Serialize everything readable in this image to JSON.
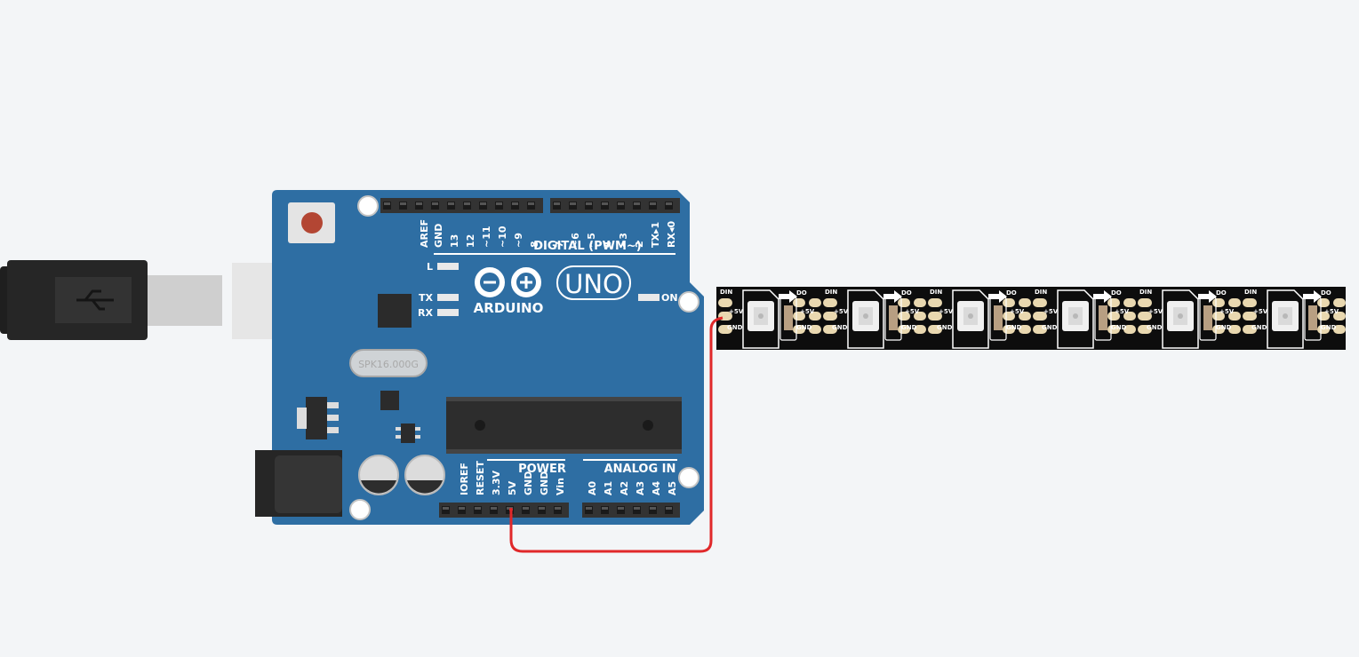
{
  "board": {
    "brand": "ARDUINO",
    "model": "UNO",
    "crystal": "SPK16.000G",
    "on_label": "ON",
    "l_label": "L",
    "tx_label": "TX",
    "rx_label": "RX",
    "digital_header": "DIGITAL (PWM~)",
    "power_header": "POWER",
    "analog_header": "ANALOG IN",
    "digital_pins": [
      "AREF",
      "GND",
      "13",
      "12",
      "~11",
      "~10",
      "~9",
      "8",
      "7",
      "~6",
      "~5",
      "4",
      "~3",
      "2",
      "TX▸1",
      "RX◂0"
    ],
    "power_pins": [
      "IOREF",
      "RESET",
      "3.3V",
      "5V",
      "GND",
      "GND",
      "Vin"
    ],
    "analog_pins": [
      "A0",
      "A1",
      "A2",
      "A3",
      "A4",
      "A5"
    ],
    "color": "#2e6ea3"
  },
  "strip": {
    "din_label": "DIN",
    "do_label": "DO",
    "v5_label": "+5V",
    "gnd_label": "GND",
    "pixel_count": 6
  },
  "wire": {
    "color": "#e0282a"
  },
  "cable": {
    "icon": "usb-icon"
  }
}
